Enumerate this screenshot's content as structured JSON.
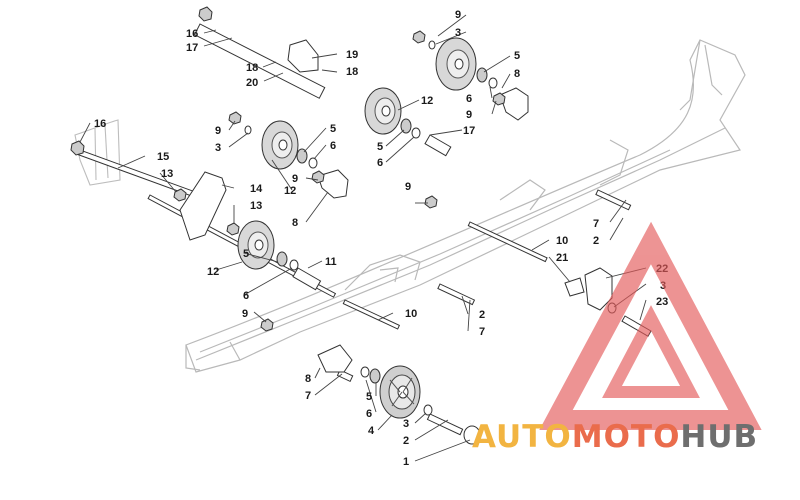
{
  "callouts": [
    {
      "id": "c16a",
      "label": "16"
    },
    {
      "id": "c17a",
      "label": "17"
    },
    {
      "id": "c18a",
      "label": "18"
    },
    {
      "id": "c20",
      "label": "20"
    },
    {
      "id": "c19",
      "label": "19"
    },
    {
      "id": "c18b",
      "label": "18"
    },
    {
      "id": "c9a",
      "label": "9"
    },
    {
      "id": "c3a",
      "label": "3"
    },
    {
      "id": "c5a",
      "label": "5"
    },
    {
      "id": "c8a",
      "label": "8"
    },
    {
      "id": "c6a",
      "label": "6"
    },
    {
      "id": "c9b",
      "label": "9"
    },
    {
      "id": "c12a",
      "label": "12"
    },
    {
      "id": "c16b",
      "label": "16"
    },
    {
      "id": "c9c",
      "label": "9"
    },
    {
      "id": "c3b",
      "label": "3"
    },
    {
      "id": "c5b",
      "label": "5"
    },
    {
      "id": "c6b",
      "label": "6"
    },
    {
      "id": "c17b",
      "label": "17"
    },
    {
      "id": "c5c",
      "label": "5"
    },
    {
      "id": "c6c",
      "label": "6"
    },
    {
      "id": "c15",
      "label": "15"
    },
    {
      "id": "c13a",
      "label": "13"
    },
    {
      "id": "c14",
      "label": "14"
    },
    {
      "id": "c13b",
      "label": "13"
    },
    {
      "id": "c12b",
      "label": "12"
    },
    {
      "id": "c9d",
      "label": "9"
    },
    {
      "id": "c8b",
      "label": "8"
    },
    {
      "id": "c9e",
      "label": "9"
    },
    {
      "id": "c7a",
      "label": "7"
    },
    {
      "id": "c2a",
      "label": "2"
    },
    {
      "id": "c12c",
      "label": "12"
    },
    {
      "id": "c5d",
      "label": "5"
    },
    {
      "id": "c6d",
      "label": "6"
    },
    {
      "id": "c11",
      "label": "11"
    },
    {
      "id": "c10a",
      "label": "10"
    },
    {
      "id": "c21",
      "label": "21"
    },
    {
      "id": "c22",
      "label": "22"
    },
    {
      "id": "c3c",
      "label": "3"
    },
    {
      "id": "c23",
      "label": "23"
    },
    {
      "id": "c2b",
      "label": "2"
    },
    {
      "id": "c7b",
      "label": "7"
    },
    {
      "id": "c9f",
      "label": "9"
    },
    {
      "id": "c10b",
      "label": "10"
    },
    {
      "id": "c8c",
      "label": "8"
    },
    {
      "id": "c7c",
      "label": "7"
    },
    {
      "id": "c5e",
      "label": "5"
    },
    {
      "id": "c6e",
      "label": "6"
    },
    {
      "id": "c4",
      "label": "4"
    },
    {
      "id": "c3d",
      "label": "3"
    },
    {
      "id": "c2c",
      "label": "2"
    },
    {
      "id": "c1",
      "label": "1"
    }
  ],
  "watermark": {
    "part1": "AUTO",
    "part2": "MOTO",
    "part3": "HUB",
    "colors": {
      "triangle": "#e45a5a",
      "auto": "#f2b441",
      "moto": "#ea6c4c",
      "hub": "#6e6e6e"
    }
  }
}
